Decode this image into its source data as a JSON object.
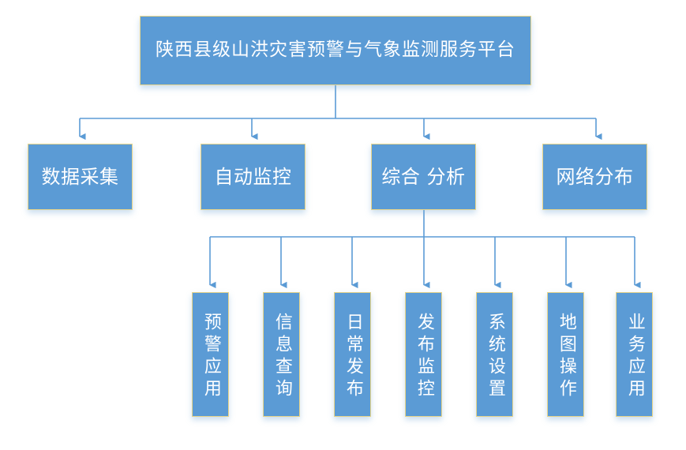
{
  "diagram": {
    "type": "org-chart",
    "title_node": {
      "label": "陕西县级山洪灾害预警与气象监测服务平台"
    },
    "level2": [
      {
        "label": "数据采集"
      },
      {
        "label": "自动监控"
      },
      {
        "label": "综合 分析"
      },
      {
        "label": "网络分布"
      }
    ],
    "level3_parent": "综合 分析",
    "level3": [
      {
        "label": "预警应用"
      },
      {
        "label": "信息查询"
      },
      {
        "label": "日常发布"
      },
      {
        "label": "发布监控"
      },
      {
        "label": "系统设置"
      },
      {
        "label": "地图操作"
      },
      {
        "label": "业务应用"
      }
    ],
    "colors": {
      "node_fill": "#5B9BD5",
      "node_border": "#E8D58A",
      "connector": "#5B9BD5",
      "text": "#FFFFFF",
      "background": "#FFFFFF"
    }
  }
}
